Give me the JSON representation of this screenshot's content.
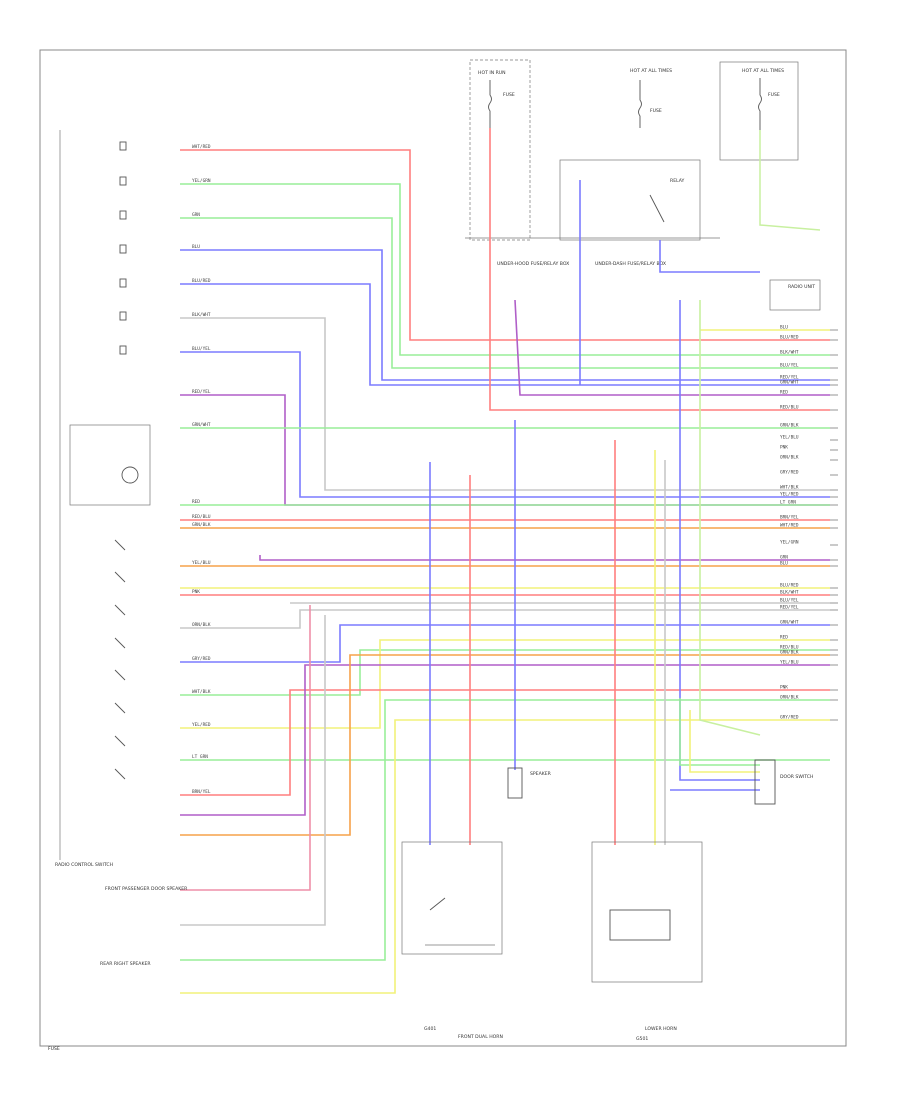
{
  "colors": {
    "red": "#ff7f7f",
    "green": "#99ee99",
    "blue": "#7b7bff",
    "purple": "#b05fc8",
    "yellow": "#f2f27a",
    "orange": "#f6a24a",
    "gray": "#c8c8c8",
    "pink": "#ee8fa8",
    "lightgreen": "#c8f0a0",
    "cyan": "#8fdede"
  },
  "labels": {
    "top_hot_1": "HOT IN RUN",
    "top_hot_2": "HOT AT ALL TIMES",
    "top_hot_3": "HOT AT ALL TIMES",
    "fuse_a": "FUSE",
    "fuse_b": "FUSE",
    "fuse_c": "FUSE",
    "underhood_box": "UNDER-HOOD FUSE/RELAY BOX",
    "underdash_box": "UNDER-DASH FUSE/RELAY BOX",
    "relay_label": "RELAY",
    "radio_sw": "RADIO CONTROL SWITCH",
    "ground_g1": "G401",
    "ground_g2": "G501",
    "bottom_left_1": "FRONT PASSENGER DOOR SPEAKER",
    "bottom_left_2": "REAR RIGHT SPEAKER",
    "bottom_mid": "FRONT DUAL HORN",
    "bottom_right": "LOWER HORN",
    "mid_box_label": "SPEAKER",
    "mid_right_label": "DOOR SWITCH",
    "right_conn_label": "RADIO UNIT",
    "bottom_corner": "FUSE"
  },
  "wire_tags": [
    "WHT/RED",
    "YEL/GRN",
    "GRN",
    "BLU",
    "BLU/RED",
    "BLK/WHT",
    "BLU/YEL",
    "RED/YEL",
    "GRN/WHT",
    "RED",
    "RED/BLU",
    "GRN/BLK",
    "YEL/BLU",
    "PNK",
    "ORN/BLK",
    "GRY/RED",
    "WHT/BLK",
    "YEL/RED",
    "LT GRN",
    "BRN/YEL"
  ]
}
